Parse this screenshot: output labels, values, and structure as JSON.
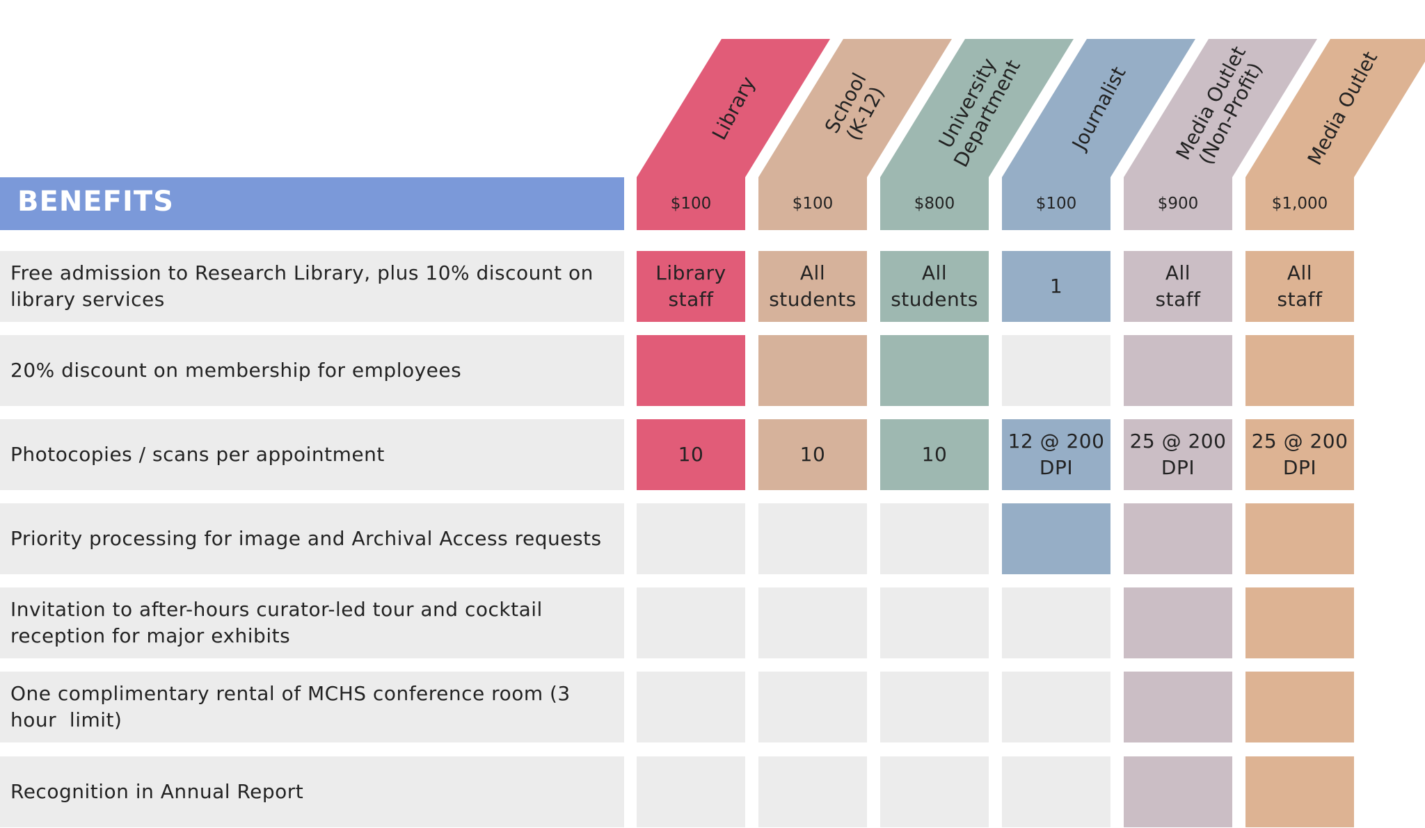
{
  "title": "BENEFITS",
  "columns": [
    {
      "name": "Library",
      "name_lines": [
        "Library"
      ],
      "price": "$100",
      "color": "#e15c78"
    },
    {
      "name": "School (K-12)",
      "name_lines": [
        "School",
        "(K-12)"
      ],
      "price": "$100",
      "color": "#d6b29b"
    },
    {
      "name": "University Department",
      "name_lines": [
        "University",
        "Department"
      ],
      "price": "$800",
      "color": "#9eb8b1"
    },
    {
      "name": "Journalist",
      "name_lines": [
        "Journalist"
      ],
      "price": "$100",
      "color": "#96aec6"
    },
    {
      "name": "Media Outlet (Non-Profit)",
      "name_lines": [
        "Media Outlet",
        "(Non-Profit)"
      ],
      "price": "$900",
      "color": "#cbbec5"
    },
    {
      "name": "Media Outlet",
      "name_lines": [
        "Media Outlet"
      ],
      "price": "$1,000",
      "color": "#ddb393"
    }
  ],
  "empty_color": "#ececec",
  "rows": [
    {
      "label": "Free admission to Research Library, plus 10% discount on library services",
      "cells": [
        {
          "included": true,
          "text": "Library\nstaff"
        },
        {
          "included": true,
          "text": "All\nstudents"
        },
        {
          "included": true,
          "text": "All\nstudents"
        },
        {
          "included": true,
          "text": "1"
        },
        {
          "included": true,
          "text": "All\nstaff"
        },
        {
          "included": true,
          "text": "All\nstaff"
        }
      ]
    },
    {
      "label": "20% discount on membership for employees",
      "cells": [
        {
          "included": true,
          "text": ""
        },
        {
          "included": true,
          "text": ""
        },
        {
          "included": true,
          "text": ""
        },
        {
          "included": false,
          "text": ""
        },
        {
          "included": true,
          "text": ""
        },
        {
          "included": true,
          "text": ""
        }
      ]
    },
    {
      "label": "Photocopies / scans per appointment",
      "cells": [
        {
          "included": true,
          "text": "10"
        },
        {
          "included": true,
          "text": "10"
        },
        {
          "included": true,
          "text": "10"
        },
        {
          "included": true,
          "text": "12 @ 200\nDPI"
        },
        {
          "included": true,
          "text": "25 @ 200\nDPI"
        },
        {
          "included": true,
          "text": "25 @ 200\nDPI"
        }
      ]
    },
    {
      "label": "Priority processing for image and Archival Access requests",
      "cells": [
        {
          "included": false,
          "text": ""
        },
        {
          "included": false,
          "text": ""
        },
        {
          "included": false,
          "text": ""
        },
        {
          "included": true,
          "text": ""
        },
        {
          "included": true,
          "text": ""
        },
        {
          "included": true,
          "text": ""
        }
      ]
    },
    {
      "label": "Invitation to after-hours curator-led tour and cocktail reception for major exhibits",
      "cells": [
        {
          "included": false,
          "text": ""
        },
        {
          "included": false,
          "text": ""
        },
        {
          "included": false,
          "text": ""
        },
        {
          "included": false,
          "text": ""
        },
        {
          "included": true,
          "text": ""
        },
        {
          "included": true,
          "text": ""
        }
      ]
    },
    {
      "label": "One complimentary rental of MCHS conference room (3 hour  limit)",
      "cells": [
        {
          "included": false,
          "text": ""
        },
        {
          "included": false,
          "text": ""
        },
        {
          "included": false,
          "text": ""
        },
        {
          "included": false,
          "text": ""
        },
        {
          "included": true,
          "text": ""
        },
        {
          "included": true,
          "text": ""
        }
      ]
    },
    {
      "label": "Recognition in Annual Report",
      "cells": [
        {
          "included": false,
          "text": ""
        },
        {
          "included": false,
          "text": ""
        },
        {
          "included": false,
          "text": ""
        },
        {
          "included": false,
          "text": ""
        },
        {
          "included": true,
          "text": ""
        },
        {
          "included": true,
          "text": ""
        }
      ]
    }
  ]
}
